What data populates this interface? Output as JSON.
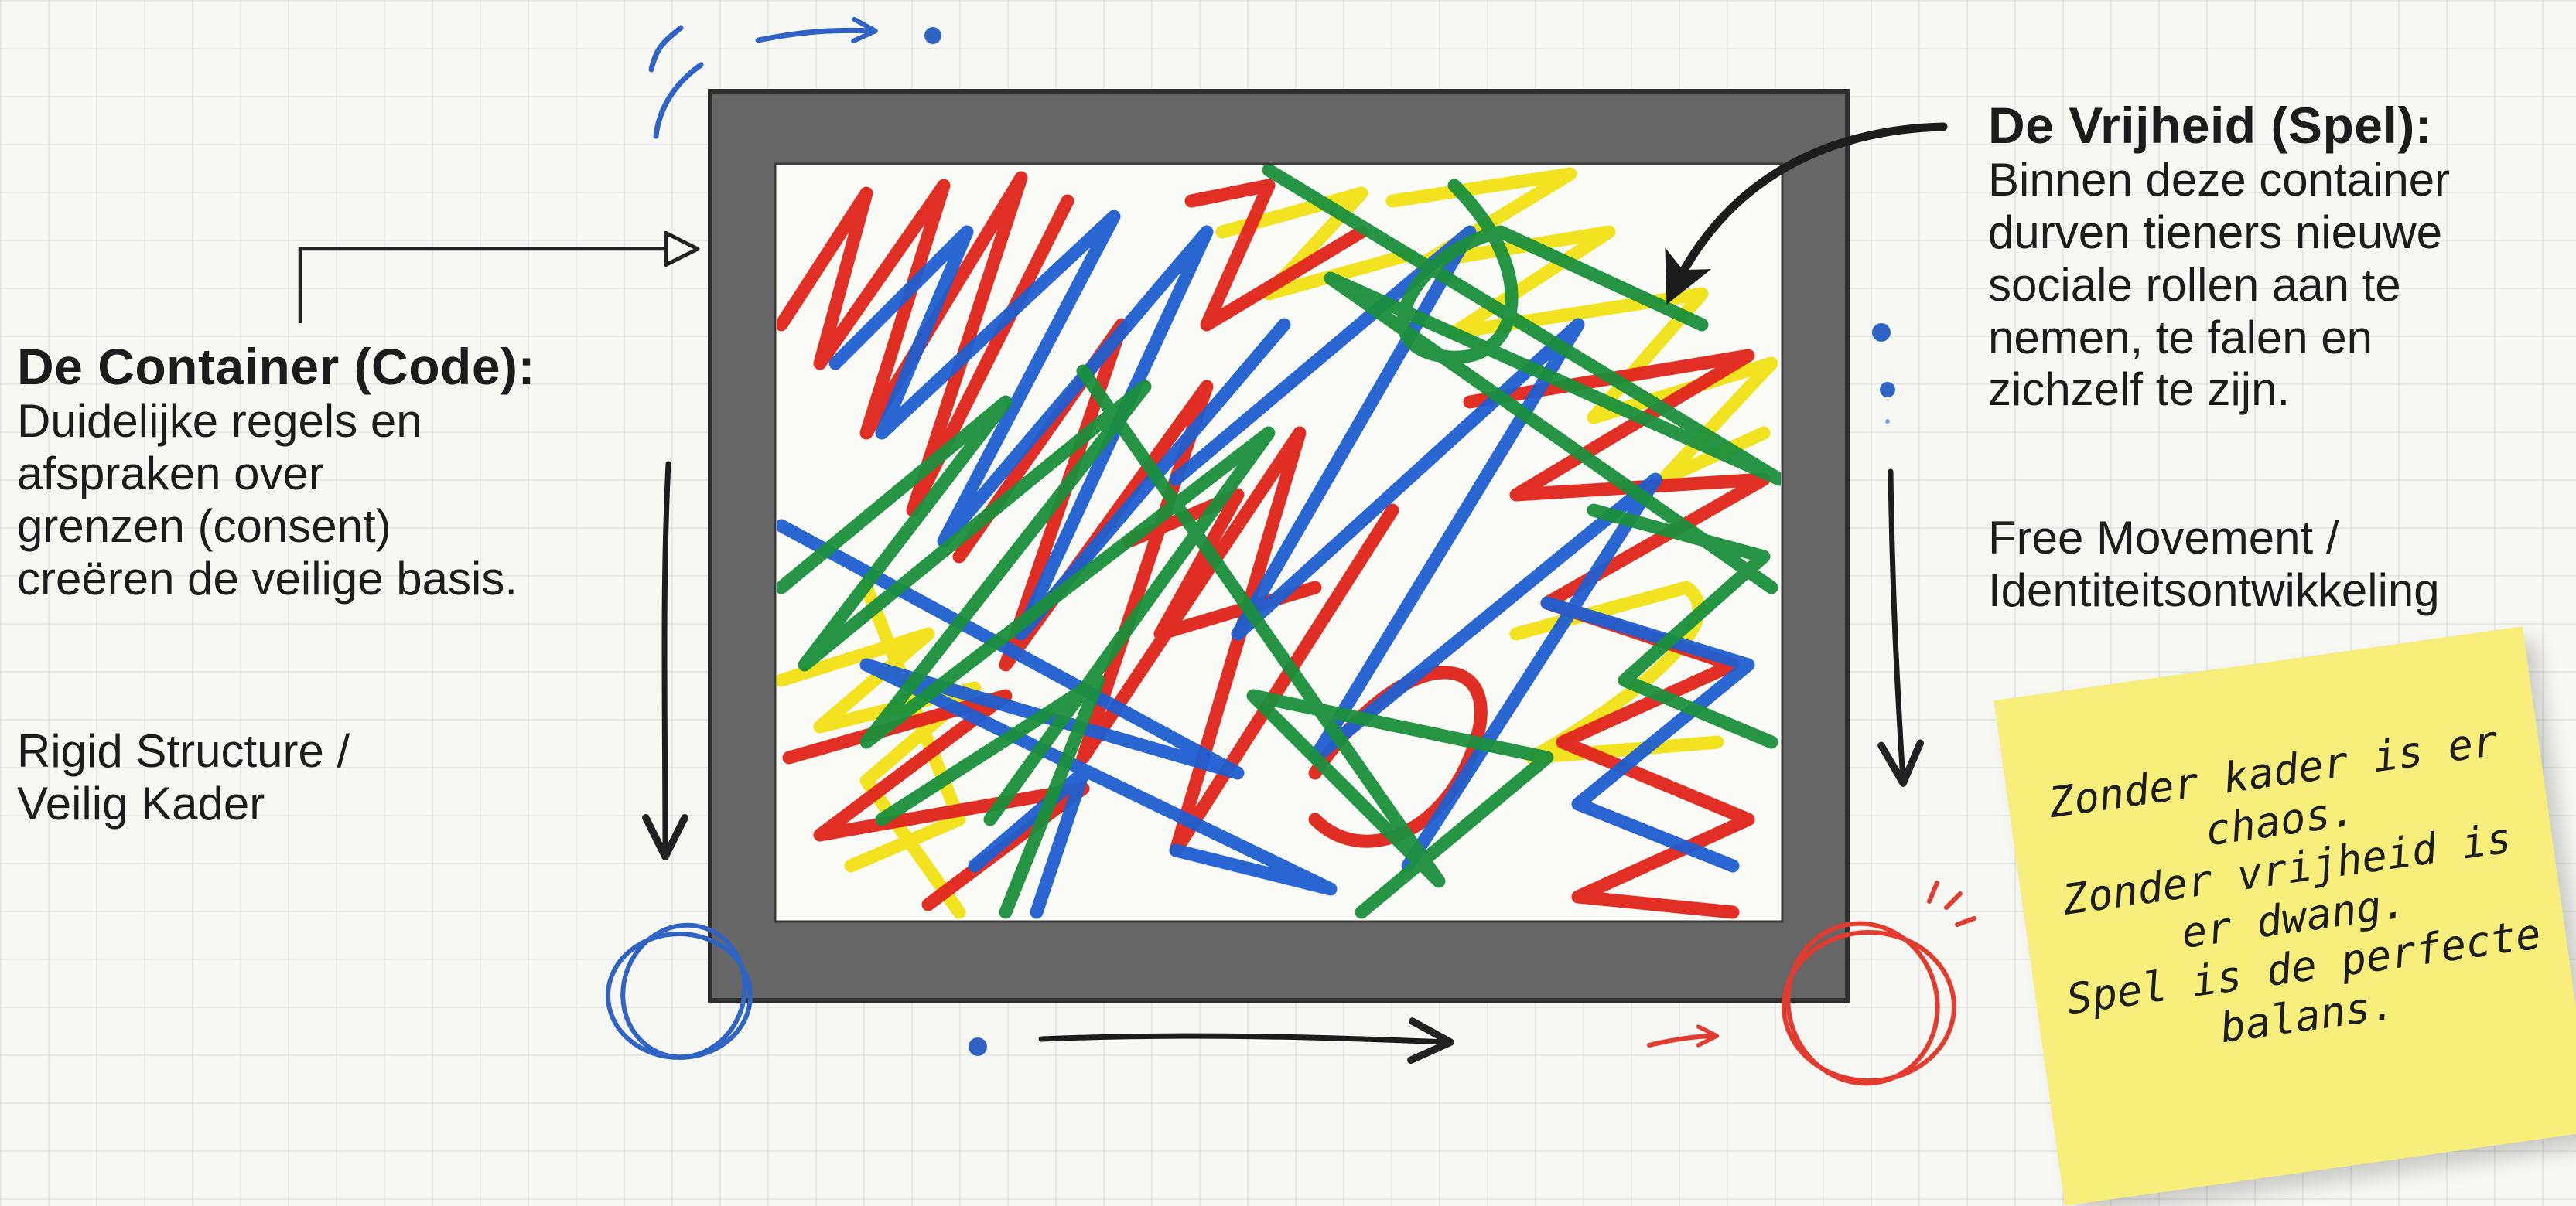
{
  "left": {
    "heading": "De Container (Code):",
    "body_lines": [
      "Duidelijke regels en",
      "afspraken over",
      "grenzen (consent)",
      "creëren de veilige basis."
    ],
    "sub_lines": [
      "Rigid Structure /",
      "Veilig Kader"
    ]
  },
  "right": {
    "heading": "De Vrijheid (Spel):",
    "body_lines": [
      "Binnen deze container",
      "durven tieners nieuwe",
      "sociale rollen aan te",
      "nemen, te falen en",
      "zichzelf te zijn."
    ],
    "sub_lines": [
      "Free Movement /",
      "Identiteitsontwikkeling"
    ]
  },
  "note": {
    "lines": [
      "Zonder kader is er",
      "chaos.",
      "Zonder vrijheid is",
      "er dwang.",
      "Spel is de perfecte",
      "balans."
    ]
  },
  "colors": {
    "frame": "#666666",
    "frame_border": "#2f2f2f",
    "scribble_red": "#e0261d",
    "scribble_blue": "#1f5fd0",
    "scribble_green": "#1a8f3c",
    "scribble_yellow": "#f2e21a",
    "accent_blue": "#2f63c4",
    "accent_red": "#e23b30",
    "note_yellow": "#f7ee7c"
  }
}
